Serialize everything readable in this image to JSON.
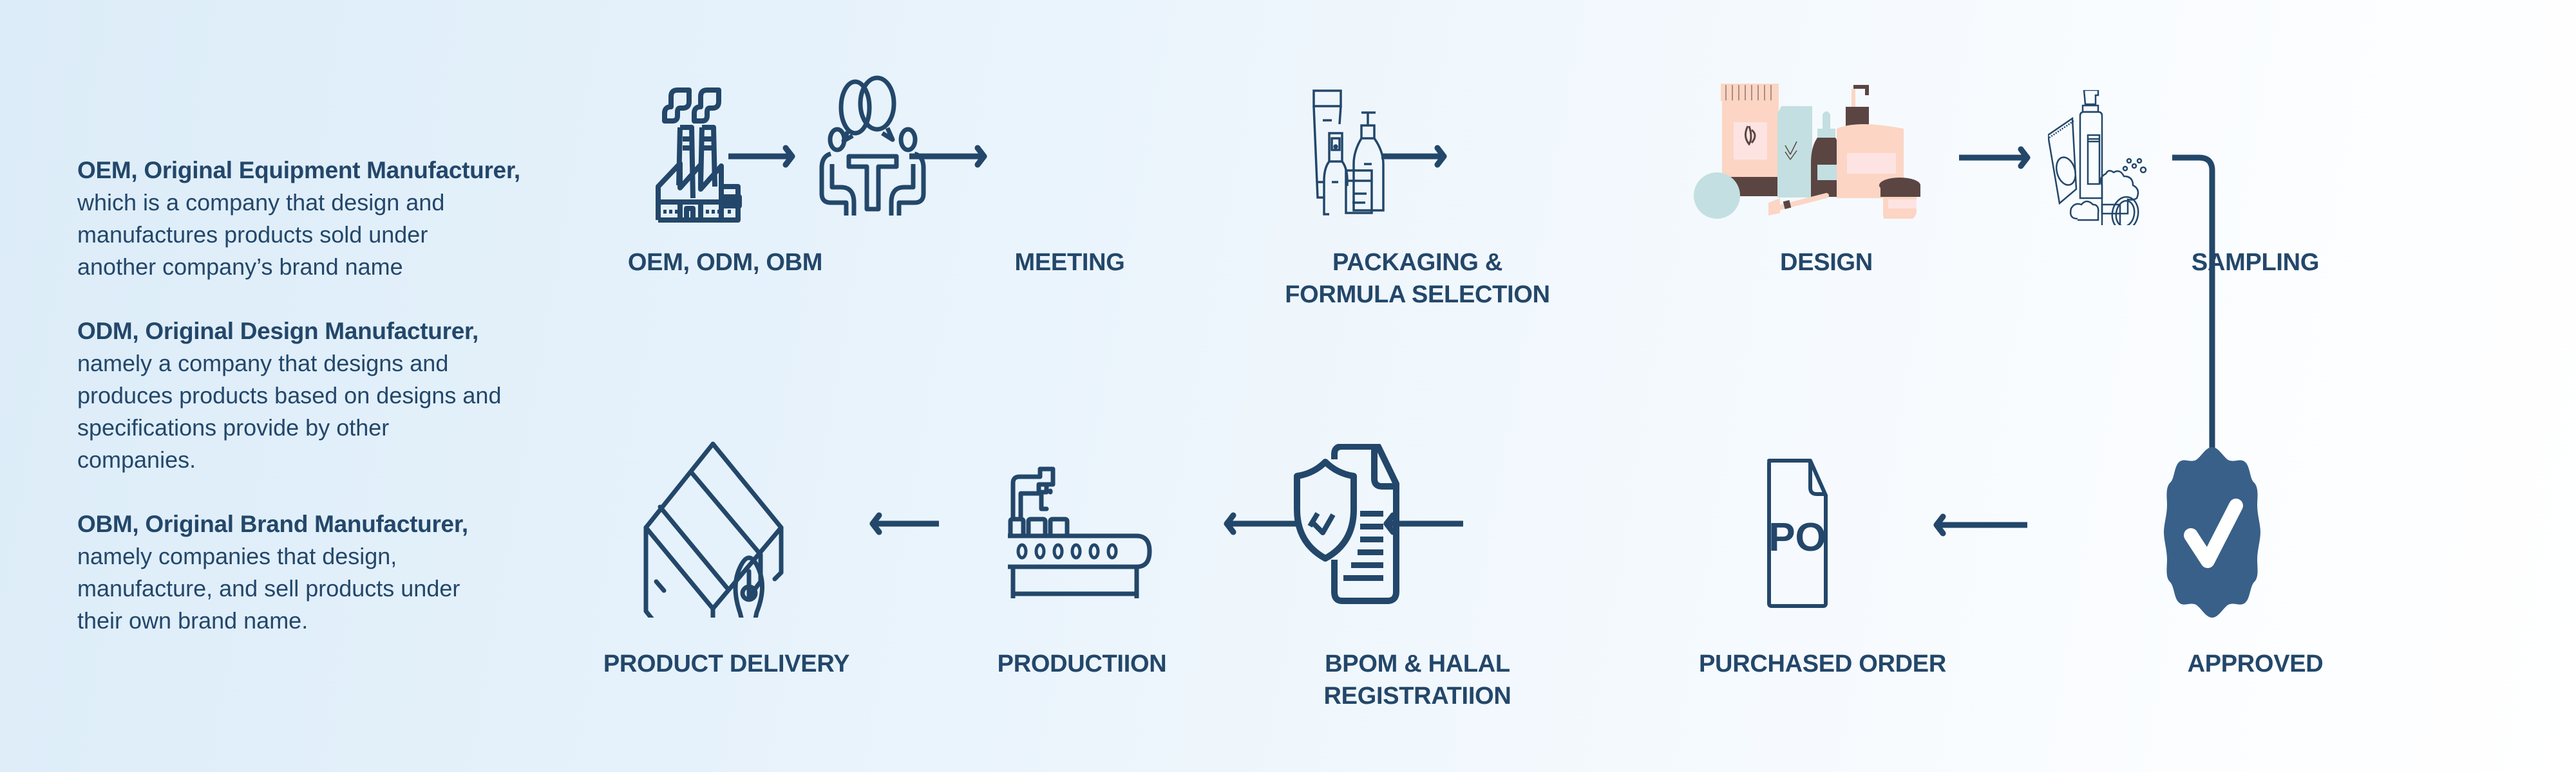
{
  "colors": {
    "primary": "#23476a",
    "badge": "#386089",
    "background_start": "#dcecf8",
    "background_end": "#ffffff",
    "peach": "#fcd5c4",
    "mint": "#c3dfe1",
    "brown": "#5b4543"
  },
  "definitions": [
    {
      "title": "OEM, Original Equipment Manufacturer,",
      "lines": [
        "which is a company that design and",
        "manufactures products sold under",
        "another company’s brand name"
      ]
    },
    {
      "title": "ODM, Original Design Manufacturer,",
      "lines": [
        "namely a company that designs and",
        "produces products based on designs and",
        "specifications provide by other",
        "companies."
      ]
    },
    {
      "title": "OBM, Original Brand Manufacturer,",
      "lines": [
        "namely companies that design,",
        "manufacture, and sell products under",
        "their own brand name."
      ]
    }
  ],
  "steps": [
    {
      "id": "oem",
      "lines": [
        "OEM, ODM, OBM"
      ],
      "icon": "factory-icon"
    },
    {
      "id": "meeting",
      "lines": [
        "MEETING"
      ],
      "icon": "meeting-icon"
    },
    {
      "id": "packaging",
      "lines": [
        "PACKAGING &",
        "FORMULA SELECTION"
      ],
      "icon": "bottles-icon"
    },
    {
      "id": "design",
      "lines": [
        "DESIGN"
      ],
      "icon": "cosmetics-illustration-icon"
    },
    {
      "id": "sampling",
      "lines": [
        "SAMPLING"
      ],
      "icon": "sample-products-icon"
    },
    {
      "id": "approved",
      "lines": [
        "APPROVED"
      ],
      "icon": "approved-badge-icon"
    },
    {
      "id": "purchased",
      "lines": [
        "PURCHASED ORDER"
      ],
      "icon": "purchase-order-document-icon",
      "icon_text": "PO"
    },
    {
      "id": "bpom",
      "lines": [
        "BPOM & HALAL",
        "REGISTRATIION"
      ],
      "icon": "shield-document-icon"
    },
    {
      "id": "production",
      "lines": [
        "PRODUCTIION"
      ],
      "icon": "conveyor-robot-icon"
    },
    {
      "id": "delivery",
      "lines": [
        "PRODUCT DELIVERY"
      ],
      "icon": "box-location-icon"
    }
  ]
}
